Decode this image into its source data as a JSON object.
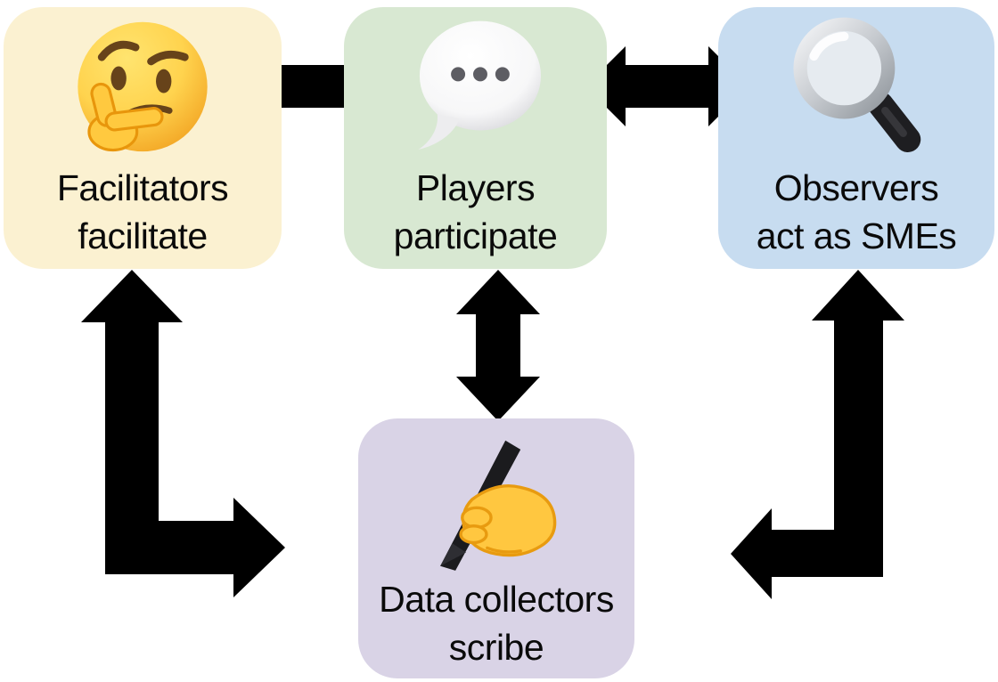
{
  "diagram": {
    "background_color": "#FFFFFF",
    "arrow_color": "#000000",
    "text_color": "#0A0A0A",
    "nodes": [
      {
        "id": "facilitators",
        "icon": "thinking-face-icon",
        "lines": [
          "Facilitators",
          "facilitate"
        ],
        "color": "#FBF1D1"
      },
      {
        "id": "players",
        "icon": "speech-balloon-icon",
        "lines": [
          "Players",
          "participate"
        ],
        "color": "#D8E8D2"
      },
      {
        "id": "observers",
        "icon": "magnifying-glass-icon",
        "lines": [
          "Observers",
          "act as SMEs"
        ],
        "color": "#C7DCF0"
      },
      {
        "id": "data-collectors",
        "icon": "writing-hand-icon",
        "lines": [
          "Data collectors",
          "scribe"
        ],
        "color": "#D9D3E6"
      }
    ],
    "edges": [
      {
        "from": "facilitators",
        "to": "players",
        "direction": "bidirectional",
        "shape": "straight-horizontal"
      },
      {
        "from": "players",
        "to": "observers",
        "direction": "bidirectional",
        "shape": "straight-horizontal"
      },
      {
        "from": "players",
        "to": "data-collectors",
        "direction": "bidirectional",
        "shape": "straight-vertical"
      },
      {
        "from": "facilitators",
        "to": "data-collectors",
        "direction": "bidirectional",
        "shape": "elbow-down-right"
      },
      {
        "from": "observers",
        "to": "data-collectors",
        "direction": "bidirectional",
        "shape": "elbow-down-left"
      }
    ]
  }
}
